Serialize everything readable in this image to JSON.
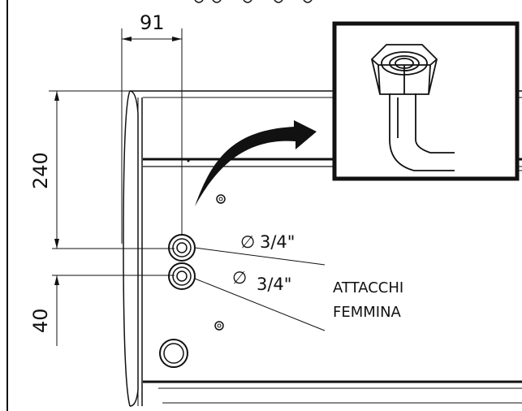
{
  "dimensions": {
    "top": "91",
    "left_upper": "240",
    "left_lower": "40"
  },
  "connections": {
    "upper": {
      "symbol": "∅",
      "size": "3/4\""
    },
    "lower": {
      "symbol": "∅",
      "size": "3/4\""
    }
  },
  "callout": {
    "line1": "ATTACCHI",
    "line2": "FEMMINA"
  },
  "colors": {
    "line": "#111111",
    "background": "#ffffff"
  }
}
